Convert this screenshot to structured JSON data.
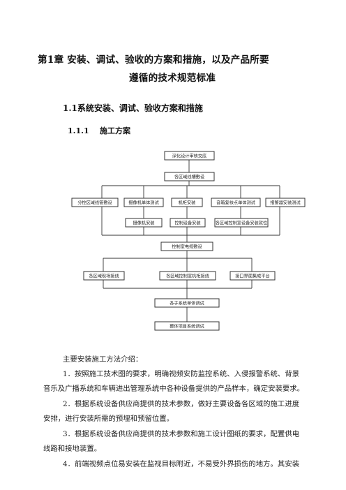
{
  "chapter": {
    "title_line1": "第1章  安装、调试、验收的方案和措施，以及产品所要",
    "title_line2": "遵循的技术规范标准"
  },
  "section": {
    "title": "1.1系统安装、调试、验收方案和措施"
  },
  "subsection": {
    "number": "1.1.1",
    "title": "施工方案"
  },
  "flowchart": {
    "nodes": {
      "n1": "深化设计审核交底",
      "n2": "各区域线槽敷设",
      "n3": "分控区域线管敷设",
      "n4": "摄像机单体测试",
      "n5": "机柜安装",
      "n6": "音箱复核点单体测试",
      "n7": "报警器安装测试",
      "n8": "摄像机安装",
      "n9": "控制设备安装",
      "n10": "各区域控制室设备安装就位",
      "n11": "控制室电缆敷设",
      "n12": "各区域现场接线",
      "n13": "各区域控制室机柜接线",
      "n14": "接口界面集成平台",
      "n15": "各子系统单体调试",
      "n16": "整体项目系统调试"
    }
  },
  "body": {
    "intro": "主要安装施工方法介绍：",
    "p1_l1": "1．按照施工技术图的要求，明确视频安防监控系统、入侵报警系统、背景",
    "p1_l2": "音乐及广播系统和车辆进出管理系统中各种设备提供的产品样本，确定安装要求。",
    "p2_l1": "2．根据系统设备供应商提供的技术参数，做好主要设备各区域的施工进度",
    "p2_l2": "安排，进行安装所需的预埋和预留位置。",
    "p3_l1": "3．根据系统设备供应商提供的技术参数和施工设计图纸的要求，配置供电",
    "p3_l2": "线路和接地装置。",
    "p4_l1": "4．前端视频点位易安装在监视目标附近，不易受外界损伤的地方。其安装"
  }
}
